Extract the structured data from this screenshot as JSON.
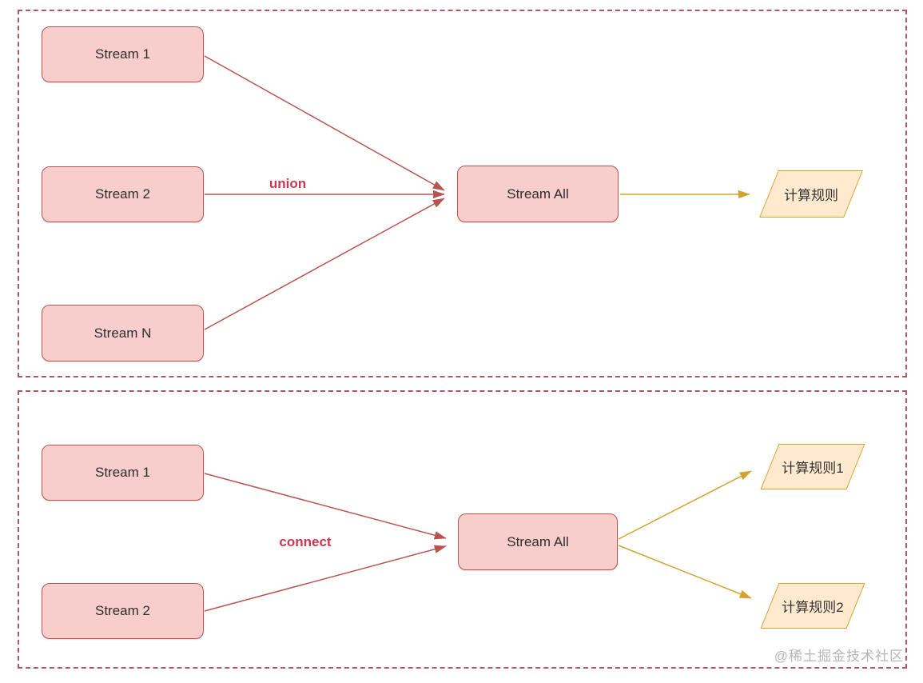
{
  "watermark": "@稀土掘金技术社区",
  "colors": {
    "node_fill": "#f8cecc",
    "node_border": "#b85450",
    "rule_fill": "#ffe9cf",
    "rule_border": "#d2a42e",
    "edge_red": "#b85450",
    "edge_gold": "#d2a42e",
    "edge_label_red": "#c43a52",
    "container_border": "#ab5964"
  },
  "sections": [
    {
      "operation": "union",
      "sources": [
        "Stream 1",
        "Stream 2",
        "Stream N"
      ],
      "target": "Stream All",
      "rules": [
        "计算规则"
      ]
    },
    {
      "operation": "connect",
      "sources": [
        "Stream 1",
        "Stream 2"
      ],
      "target": "Stream All",
      "rules": [
        "计算规则1",
        "计算规则2"
      ]
    }
  ]
}
